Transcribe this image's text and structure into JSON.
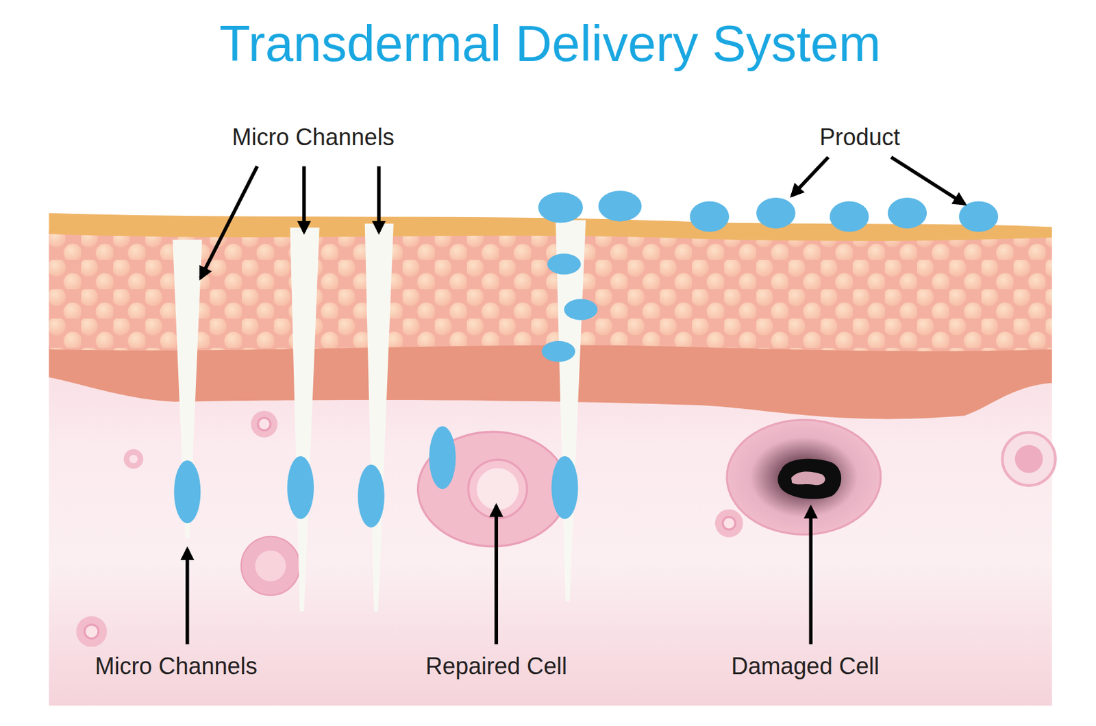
{
  "diagram": {
    "title": "Transdermal Delivery System",
    "labels": [
      "Micro Channels",
      "Product",
      "Micro Channels",
      "Repaired Cell",
      "Damaged Cell"
    ]
  }
}
